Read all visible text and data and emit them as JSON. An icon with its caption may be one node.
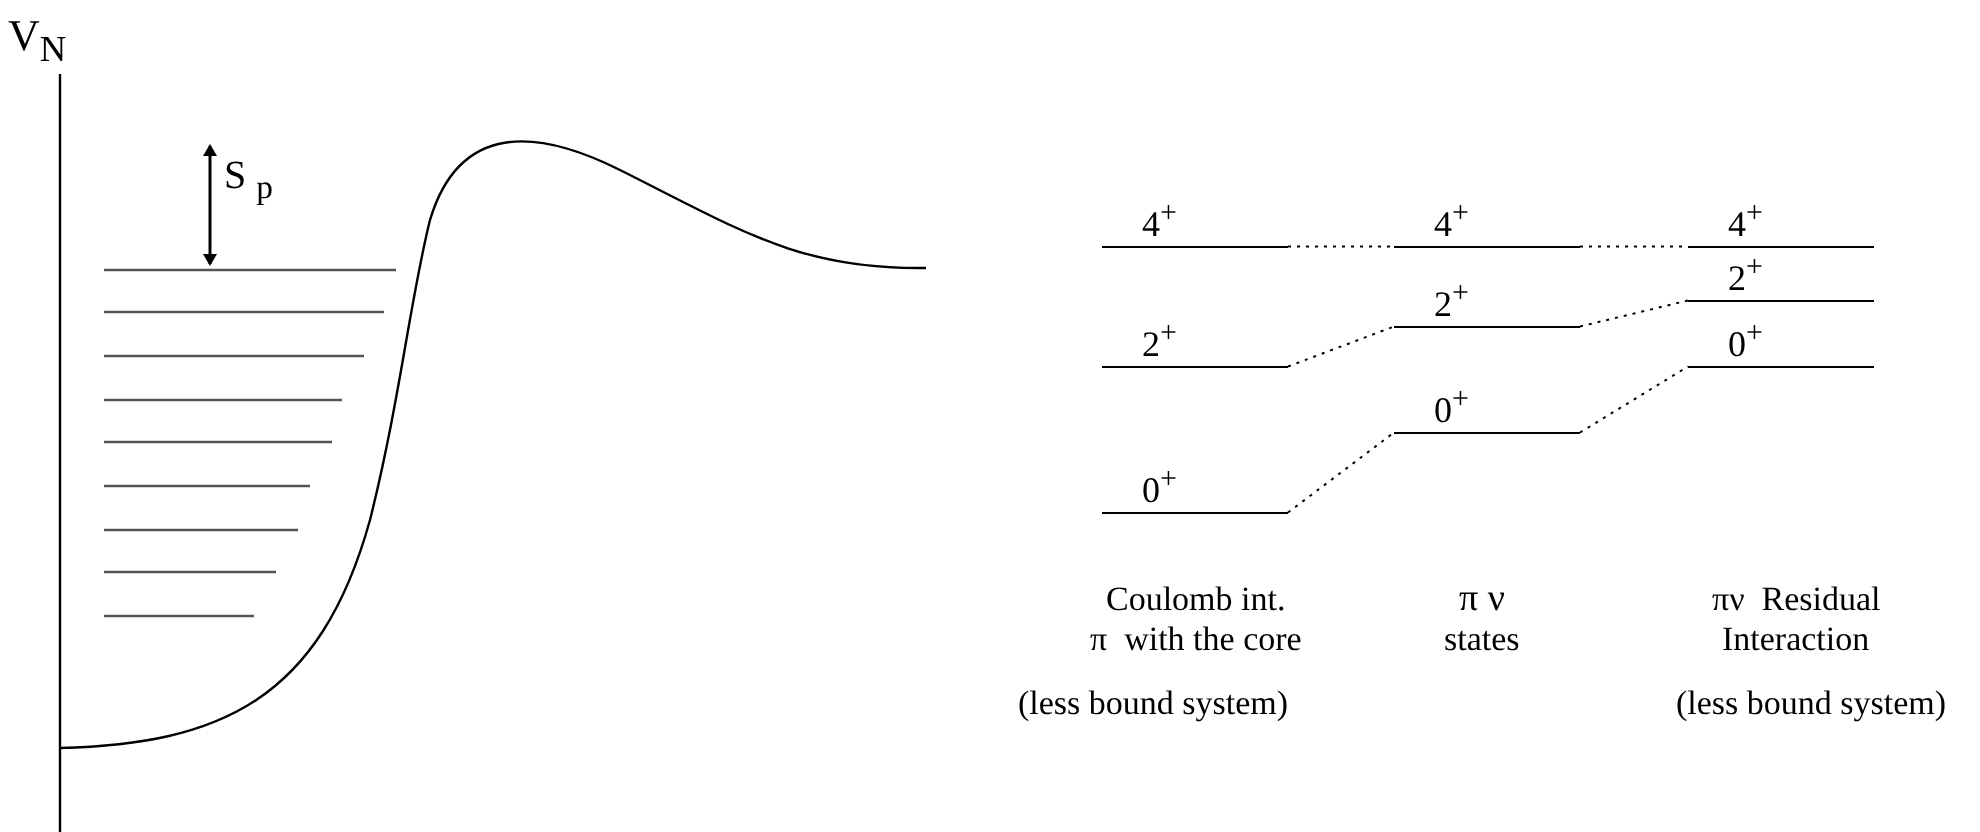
{
  "diagram": {
    "nodes": [
      {
        "text": [
          "4$^{+}$"
        ]
      },
      {
        "text": [
          "2$^{+}$"
        ]
      },
      {
        "text": [
          "0$^{+}$"
        ]
      },
      {
        "text": [
          "4$^{+}$"
        ]
      },
      {
        "text": [
          "2$^{+}$"
        ]
      },
      {
        "text": [
          "0$^{+}$"
        ]
      },
      {
        "text": [
          "4$^{+}$"
        ]
      },
      {
        "text": [
          "2$^{+}$"
        ]
      },
      {
        "text": [
          "0$^{+}$"
        ]
      }
    ],
    "edges": [
      {
        "from": 0,
        "to": 3,
        "arrow": "none",
        "style": "dashed"
      },
      {
        "from": 3,
        "to": 6,
        "arrow": "none",
        "style": "dashed"
      },
      {
        "from": 1,
        "to": 4,
        "arrow": "none",
        "style": "dashed"
      },
      {
        "from": 4,
        "to": 7,
        "arrow": "none",
        "style": "dashed"
      },
      {
        "from": 2,
        "to": 5,
        "arrow": "none",
        "style": "dashed"
      },
      {
        "from": 5,
        "to": 8,
        "arrow": "none",
        "style": "dashed"
      }
    ],
    "labels": [
      "V$_{N}$",
      "S $_{p}$",
      "Coulomb int.",
      "π ν",
      "πν  Residual",
      "π  with the core",
      "states",
      "Interaction",
      "(less bound system)",
      "(less bound system)"
    ]
  }
}
